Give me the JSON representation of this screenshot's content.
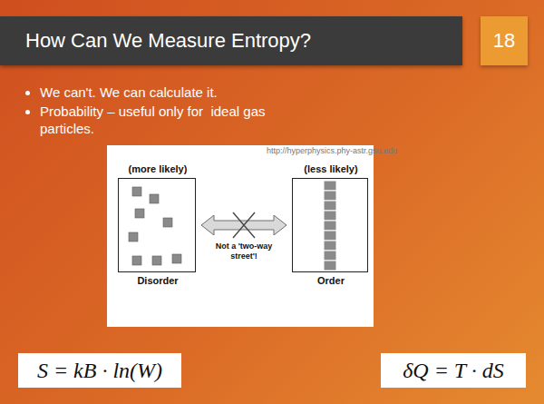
{
  "diagram": {
    "title": "How Can We Measure Entropy?",
    "nodes": [
      {
        "text": [
          "(more likely)",
          "Disorder"
        ]
      },
      {
        "text": [
          "(less likely)",
          "Order"
        ]
      },
      {
        "text": [
          "S = kB · ln(W)"
        ]
      },
      {
        "text": [
          "δQ = T · dS"
        ]
      }
    ],
    "edges": [
      {
        "from": 0,
        "to": 1,
        "arrow": "both",
        "label": "Not a 'two-way street'!"
      }
    ],
    "labels": [
      "18",
      "We can't. We can calculate it.",
      "Probability – useful only for  ideal gas particles.",
      "http://hyperphysics.phy-astr.gsu.edu"
    ]
  }
}
